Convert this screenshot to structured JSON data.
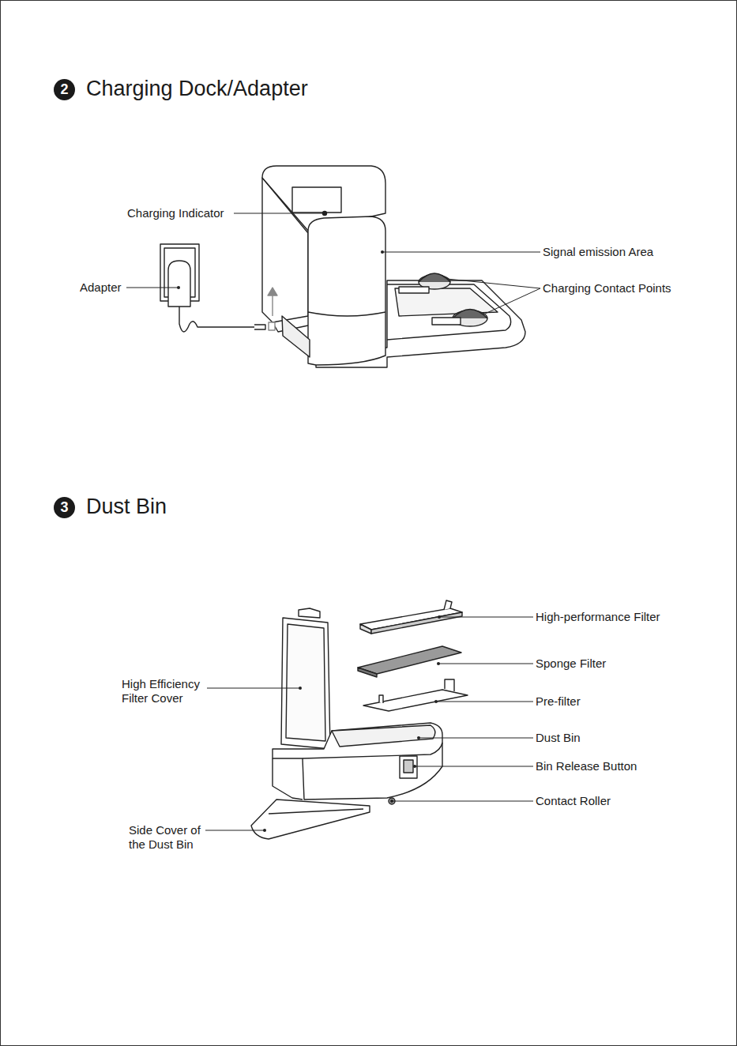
{
  "diagram": {
    "nodes": [
      {
        "text": [
          "2",
          "Charging Dock/Adapter"
        ]
      },
      {
        "text": [
          "3",
          "Dust Bin"
        ]
      }
    ],
    "labels": [
      "Charging Indicator",
      "Adapter",
      "Signal emission Area",
      "Charging Contact Points",
      "High Efficiency Filter Cover",
      "High-performance Filter",
      "Sponge Filter",
      "Pre-filter",
      "Dust Bin",
      "Bin Release Button",
      "Contact Roller",
      "Side Cover of the Dust Bin"
    ]
  }
}
